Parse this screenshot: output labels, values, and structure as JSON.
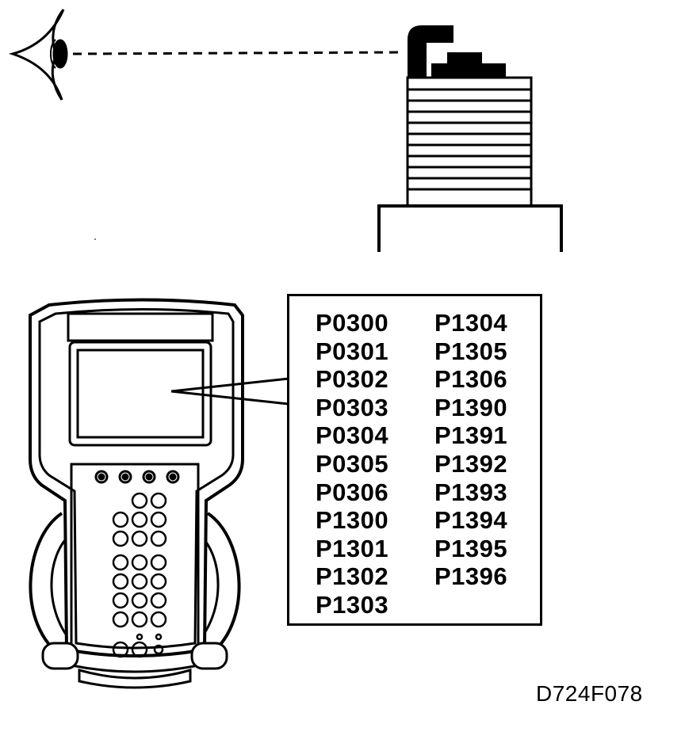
{
  "figure_id": "D724F078",
  "dtc_codes": {
    "column_1": [
      "P0300",
      "P0301",
      "P0302",
      "P0303",
      "P0304",
      "P0305",
      "P0306",
      "P1300",
      "P1301",
      "P1302",
      "P1303"
    ],
    "column_2": [
      "P1304",
      "P1305",
      "P1306",
      "P1390",
      "P1391",
      "P1392",
      "P1393",
      "P1394",
      "P1395",
      "P1396"
    ]
  },
  "icons": {
    "eye": "eye-icon",
    "spark_plug": "spark-plug-icon",
    "scan_tool": "scan-tool-icon"
  }
}
